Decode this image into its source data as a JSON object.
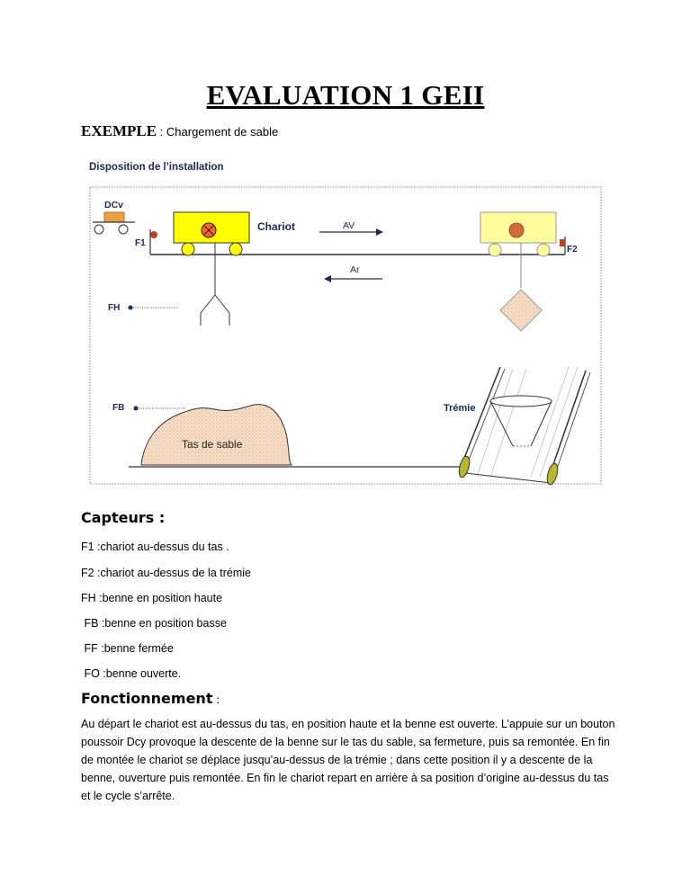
{
  "title": "EVALUATION 1 GEII",
  "example": {
    "label": "EXEMPLE",
    "text": " : Chargement de sable"
  },
  "diagram": {
    "heading": "Disposition de l’installation",
    "labels": {
      "dcv": "DCv",
      "f1": "F1",
      "f2": "F2",
      "chariot": "Chariot",
      "av": "AV",
      "ar": "Ar",
      "fh": "FH",
      "fb": "FB",
      "tremie": "Trémie",
      "tas": "Tas de sable"
    },
    "colors": {
      "chariot_yellow": "#ffff00",
      "chariot_yellow_faded": "#fcfc9c",
      "button_orange": "#e6a040",
      "sand": "#f7d9bc",
      "motor_red": "#c04020"
    }
  },
  "capteurs": {
    "heading": "Capteurs :",
    "items": [
      "F1 :chariot au-dessus du tas .",
      "F2 :chariot au-dessus de la trémie",
      "FH :benne en position haute",
      " FB :benne en position basse",
      " FF :benne fermée",
      " FO :benne ouverte."
    ]
  },
  "fonctionnement": {
    "heading": "Fonctionnement",
    "colon": " :",
    "text": "Au départ le chariot est au-dessus du tas, en position haute et la benne est ouverte. L’appuie sur un bouton poussoir Dcy provoque la descente de la benne sur le tas du sable, sa fermeture, puis sa remontée. En fin de montée le chariot se déplace jusqu’au-dessus de la trémie ; dans cette position il y a descente de la benne, ouverture puis remontée. En fin le chariot repart en arrière à sa position d’origine au-dessus du tas et le cycle s’arrête."
  }
}
